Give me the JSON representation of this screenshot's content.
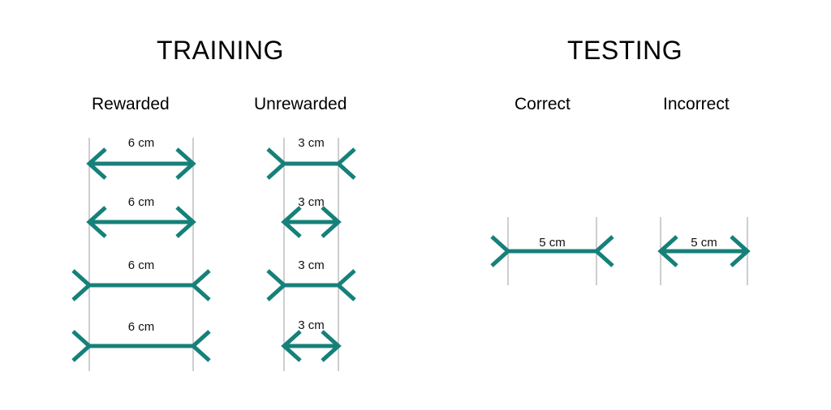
{
  "headings": {
    "training": "TRAINING",
    "testing": "TESTING"
  },
  "subheadings": {
    "rewarded": "Rewarded",
    "unrewarded": "Unrewarded",
    "correct": "Correct",
    "incorrect": "Incorrect"
  },
  "colors": {
    "arrow": "#16807A",
    "guide": "#BDBDBD",
    "text": "#111111"
  },
  "figures": [
    {
      "panel": "rewarded",
      "label": "6 cm",
      "fins": "inward"
    },
    {
      "panel": "rewarded",
      "label": "6 cm",
      "fins": "inward"
    },
    {
      "panel": "rewarded",
      "label": "6 cm",
      "fins": "outward"
    },
    {
      "panel": "rewarded",
      "label": "6 cm",
      "fins": "outward"
    },
    {
      "panel": "unrewarded",
      "label": "3 cm",
      "fins": "outward"
    },
    {
      "panel": "unrewarded",
      "label": "3 cm",
      "fins": "inward"
    },
    {
      "panel": "unrewarded",
      "label": "3 cm",
      "fins": "outward"
    },
    {
      "panel": "unrewarded",
      "label": "3 cm",
      "fins": "inward"
    },
    {
      "panel": "correct",
      "label": "5 cm",
      "fins": "outward"
    },
    {
      "panel": "incorrect",
      "label": "5 cm",
      "fins": "inward"
    }
  ]
}
